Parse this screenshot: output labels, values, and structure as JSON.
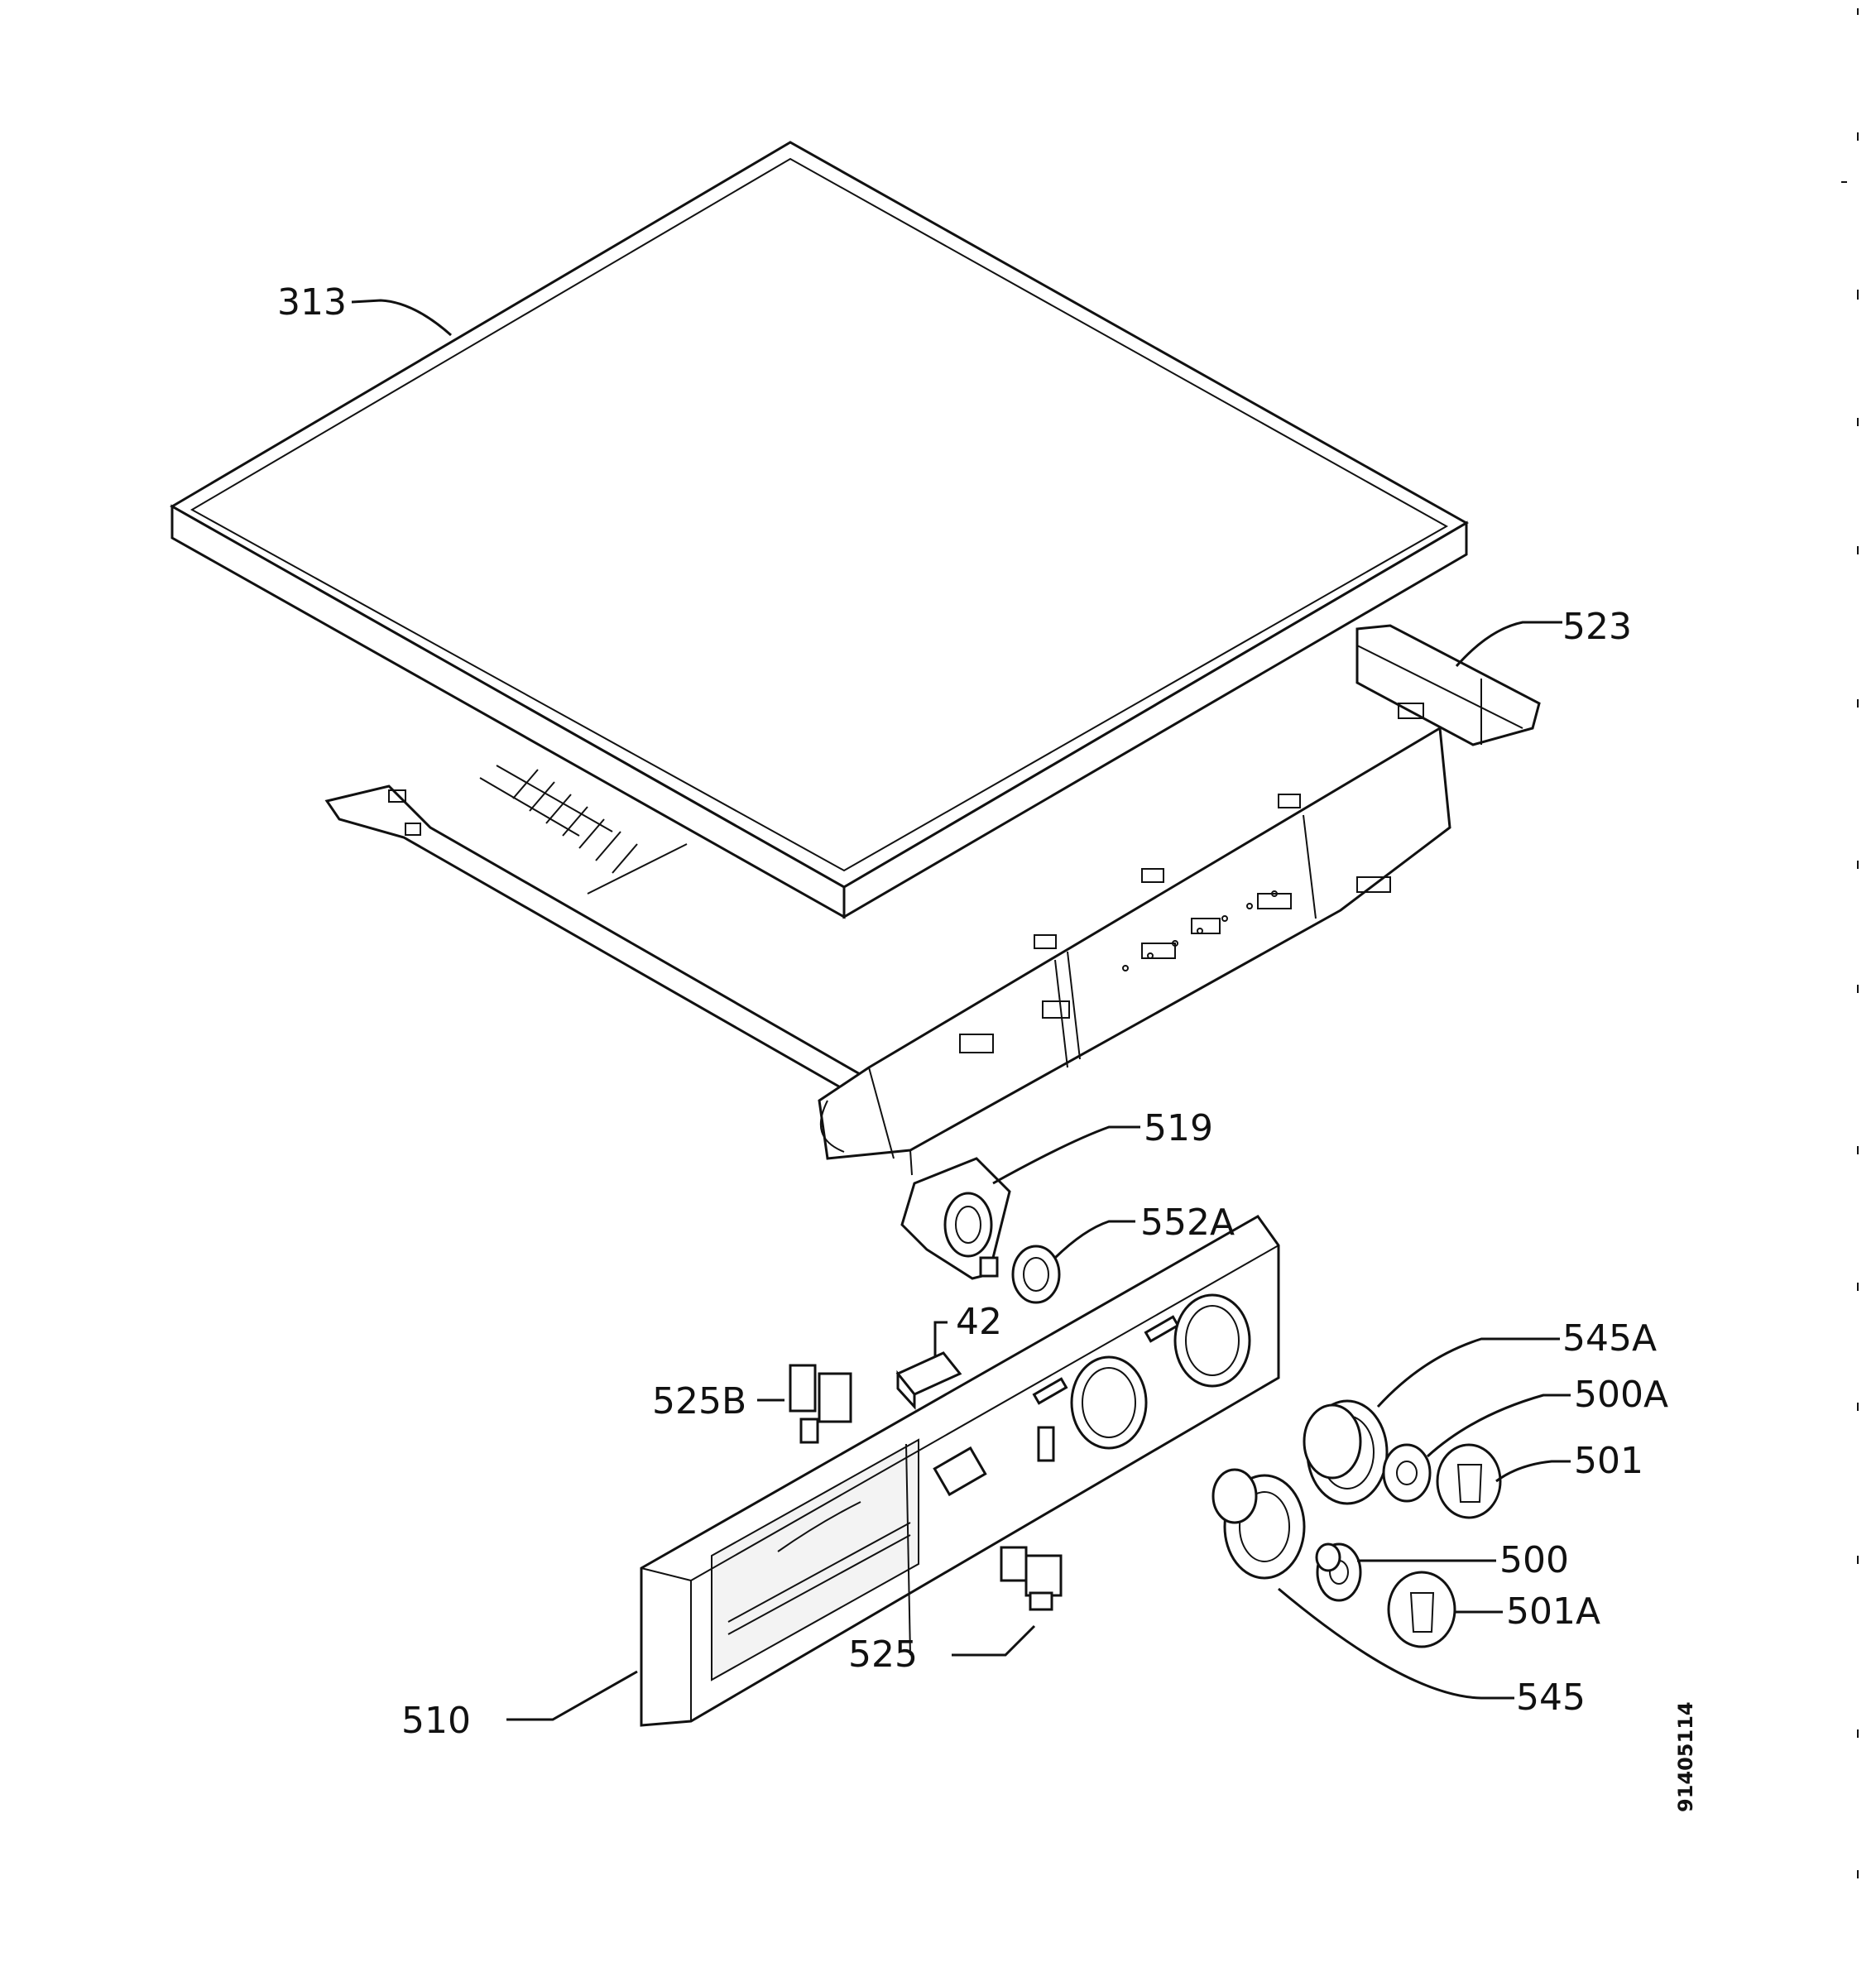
{
  "diagram": {
    "doc_id": "91405114",
    "labels": [
      {
        "key": "313",
        "text": "313"
      },
      {
        "key": "523",
        "text": "523"
      },
      {
        "key": "519",
        "text": "519"
      },
      {
        "key": "552A",
        "text": "552A"
      },
      {
        "key": "42",
        "text": "42"
      },
      {
        "key": "525B",
        "text": "525B"
      },
      {
        "key": "545A",
        "text": "545A"
      },
      {
        "key": "500A",
        "text": "500A"
      },
      {
        "key": "501",
        "text": "501"
      },
      {
        "key": "500",
        "text": "500"
      },
      {
        "key": "501A",
        "text": "501A"
      },
      {
        "key": "525",
        "text": "525"
      },
      {
        "key": "545",
        "text": "545"
      },
      {
        "key": "510",
        "text": "510"
      }
    ]
  },
  "colors": {
    "ink": "#111111",
    "paper": "#ffffff"
  }
}
